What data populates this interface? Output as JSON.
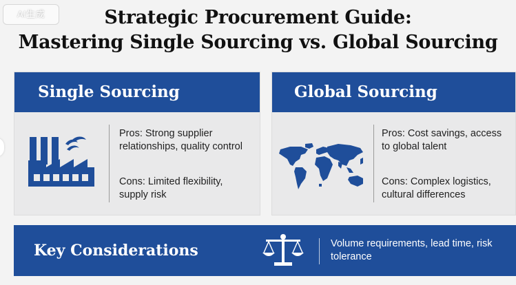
{
  "watermark": "AI生成",
  "title": {
    "line1": "Strategic Procurement Guide:",
    "line2": "Mastering Single Sourcing vs. Global Sourcing"
  },
  "single_sourcing": {
    "heading": "Single Sourcing",
    "icon": "factory-icon",
    "pros": "Pros: Strong supplier relationships, quality control",
    "cons": "Cons: Limited flexibility, supply risk"
  },
  "global_sourcing": {
    "heading": "Global Sourcing",
    "icon": "world-map-icon",
    "pros": "Pros: Cost savings, access to global talent",
    "cons": "Cons: Complex logistics, cultural differences"
  },
  "key_considerations": {
    "heading": "Key Considerations",
    "icon": "balance-scale-icon",
    "text": "Volume requirements, lead time, risk tolerance"
  },
  "colors": {
    "accent_blue": "#1f4e9a",
    "panel_gray": "#e9e9ea",
    "background": "#f3f3f3"
  }
}
